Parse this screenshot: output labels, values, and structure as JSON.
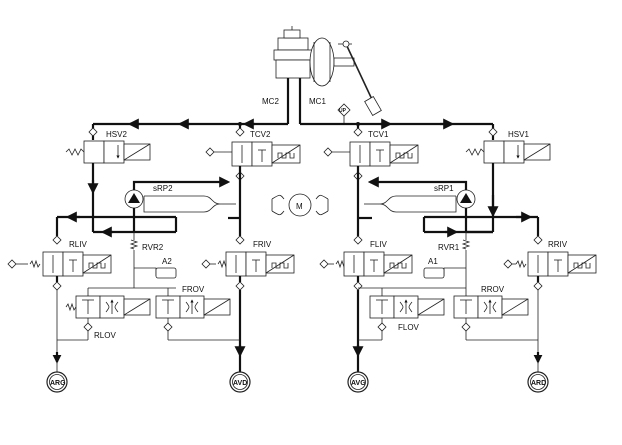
{
  "labels": {
    "mc2": "MC2",
    "mc1": "MC1",
    "up": "UP",
    "hsv2": "HSV2",
    "hsv1": "HSV1",
    "tcv2": "TCV2",
    "tcv1": "TCV1",
    "srp2": "sRP2",
    "srp1": "sRP1",
    "motor": "M",
    "rliv": "RLIV",
    "friv": "FRIV",
    "fliv": "FLIV",
    "rriv": "RRIV",
    "rvr2": "RVR2",
    "rvr1": "RVR1",
    "a2": "A2",
    "a1": "A1",
    "frov": "FROV",
    "rrov": "RROV",
    "rlov": "RLOV",
    "flov": "FLOV"
  },
  "wheels": {
    "arg": "ARG",
    "avd": "AVD",
    "avg": "AVG",
    "ard": "ARD"
  },
  "colors": {
    "line": "#111111",
    "background": "#ffffff"
  }
}
